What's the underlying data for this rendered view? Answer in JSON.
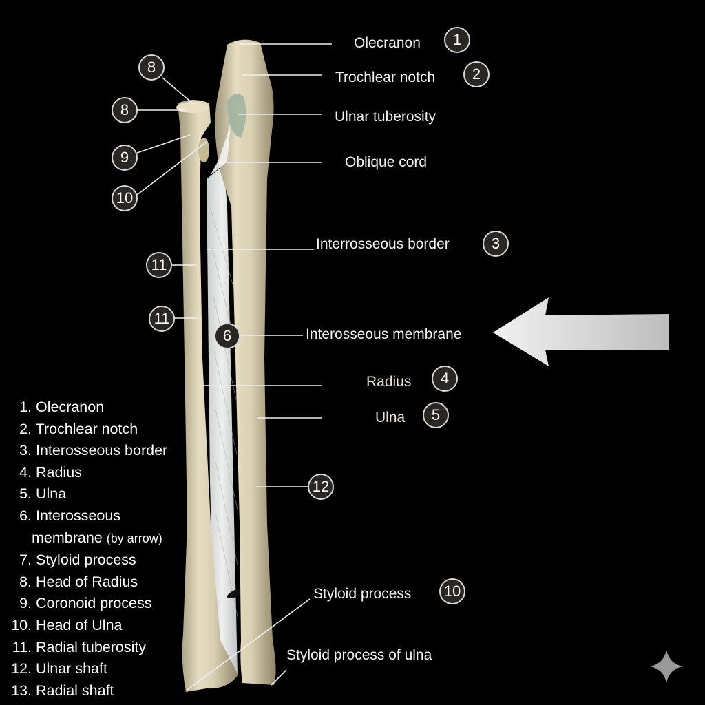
{
  "labels": [
    {
      "id": "olecranon",
      "text": "Olecranon",
      "badge": "1"
    },
    {
      "id": "trochlear-notch",
      "text": "Trochlear notch",
      "badge": "2"
    },
    {
      "id": "ulnar-tuberosity",
      "text": "Ulnar tuberosity"
    },
    {
      "id": "oblique-cord",
      "text": "Oblique cord"
    },
    {
      "id": "interosseous-border",
      "text": "Interrosseous border",
      "badge": "3"
    },
    {
      "id": "interosseous-membrane",
      "text": "Interosseous membrane",
      "badge": "6"
    },
    {
      "id": "radius",
      "text": "Radius",
      "badge": "4"
    },
    {
      "id": "ulna",
      "text": "Ulna",
      "badge": "5"
    },
    {
      "id": "ulnar-shaft",
      "badge": "12"
    },
    {
      "id": "styloid-process",
      "text": "Styloid process",
      "badge": "10"
    },
    {
      "id": "styloid-process-ulna",
      "text": "Styloid process of ulna"
    }
  ],
  "left_badges": [
    "8",
    "8",
    "9",
    "10",
    "11",
    "11"
  ],
  "legend": [
    {
      "num": "1.",
      "text": "Olecranon"
    },
    {
      "num": "2.",
      "text": "Trochlear notch"
    },
    {
      "num": "3.",
      "text": "Interosseous border"
    },
    {
      "num": "4.",
      "text": "Radius"
    },
    {
      "num": "5.",
      "text": "Ulna"
    },
    {
      "num": "6.",
      "text": "Interosseous",
      "cont": "membrane",
      "note": "(by arrow)"
    },
    {
      "num": "7.",
      "text": "Styloid process"
    },
    {
      "num": "8.",
      "text": "Head of Radius"
    },
    {
      "num": "9.",
      "text": "Coronoid process"
    },
    {
      "num": "10.",
      "text": "Head of Ulna"
    },
    {
      "num": "11.",
      "text": "Radial tuberosity"
    },
    {
      "num": "12.",
      "text": "Ulnar shaft"
    },
    {
      "num": "13.",
      "text": "Radial shaft"
    }
  ],
  "colors": {
    "background": "#000000",
    "bone": "#dcd2b4",
    "membrane": "#d9dcdc",
    "leader": "#f0f0f0",
    "arrow": "#d6d6d6"
  },
  "icons": {
    "arrow": "left-pointing-arrow-icon",
    "corner": "sparkle-icon"
  }
}
